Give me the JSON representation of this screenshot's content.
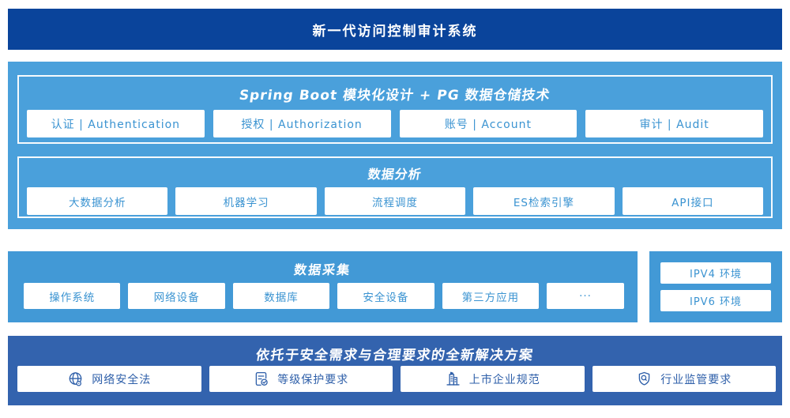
{
  "header": {
    "title": "新一代访问控制审计系统"
  },
  "platform": {
    "spring": {
      "title": "Spring Boot 模块化设计 + PG 数据仓储技术",
      "items": [
        "认证 | Authentication",
        "授权 | Authorization",
        "账号 | Account",
        "审计 | Audit"
      ]
    },
    "analysis": {
      "title": "数据分析",
      "items": [
        "大数据分析",
        "机器学习",
        "流程调度",
        "ES检索引擎",
        "API接口"
      ]
    }
  },
  "collection": {
    "title": "数据采集",
    "items": [
      "操作系统",
      "网络设备",
      "数据库",
      "安全设备",
      "第三方应用",
      "···"
    ]
  },
  "environment": {
    "items": [
      "IPV4 环境",
      "IPV6 环境"
    ]
  },
  "solution": {
    "title": "依托于安全需求与合理要求的全新解决方案",
    "items": [
      {
        "icon": "globe-network-icon",
        "label": "网络安全法"
      },
      {
        "icon": "document-check-icon",
        "label": "等级保护要求"
      },
      {
        "icon": "building-icon",
        "label": "上市企业规范"
      },
      {
        "icon": "shield-search-icon",
        "label": "行业监管要求"
      }
    ]
  },
  "colors": {
    "header_bg": "#0A449B",
    "platform_bg": "#4AA0DB",
    "collection_bg": "#4299D6",
    "solution_bg": "#3363AE",
    "item_text": "#3A93D1",
    "solution_item_text": "#2E5FA9",
    "panel_border": "#FFFFFF"
  }
}
